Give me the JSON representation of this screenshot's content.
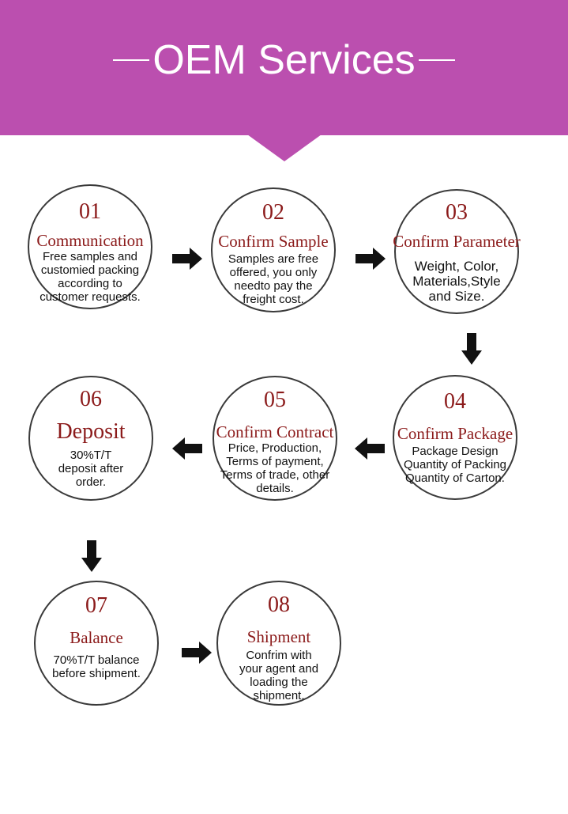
{
  "header": {
    "title": "OEM Services",
    "background": "#bb4faf"
  },
  "colors": {
    "step_text": "#8b1a1a",
    "circle_border": "#3a3a3a",
    "arrow": "#111111"
  },
  "steps": [
    {
      "number": "01",
      "title": "Communication",
      "description": "Free samples and customied packing according to customer requests."
    },
    {
      "number": "02",
      "title": "Confirm Sample",
      "description": "Samples are free offered, you only needto pay the freight cost."
    },
    {
      "number": "03",
      "title": "Confirm Parameter",
      "description": "Weight, Color, Materials,Style and Size."
    },
    {
      "number": "04",
      "title": "Confirm Package",
      "description": "Package Design Quantity of Packing Quantity of Carton."
    },
    {
      "number": "05",
      "title": "Confirm Contract",
      "description": "Price, Production, Terms of payment, Terms of trade, other details."
    },
    {
      "number": "06",
      "title": "Deposit",
      "description": "30%T/T deposit after order."
    },
    {
      "number": "07",
      "title": "Balance",
      "description": "70%T/T balance before shipment."
    },
    {
      "number": "08",
      "title": "Shipment",
      "description": "Confrim with your agent and loading the shipment."
    }
  ],
  "arrows": [
    {
      "icon": "arrow-right-icon"
    },
    {
      "icon": "arrow-right-icon"
    },
    {
      "icon": "arrow-down-icon"
    },
    {
      "icon": "arrow-left-icon"
    },
    {
      "icon": "arrow-left-icon"
    },
    {
      "icon": "arrow-down-icon"
    },
    {
      "icon": "arrow-right-icon"
    }
  ]
}
